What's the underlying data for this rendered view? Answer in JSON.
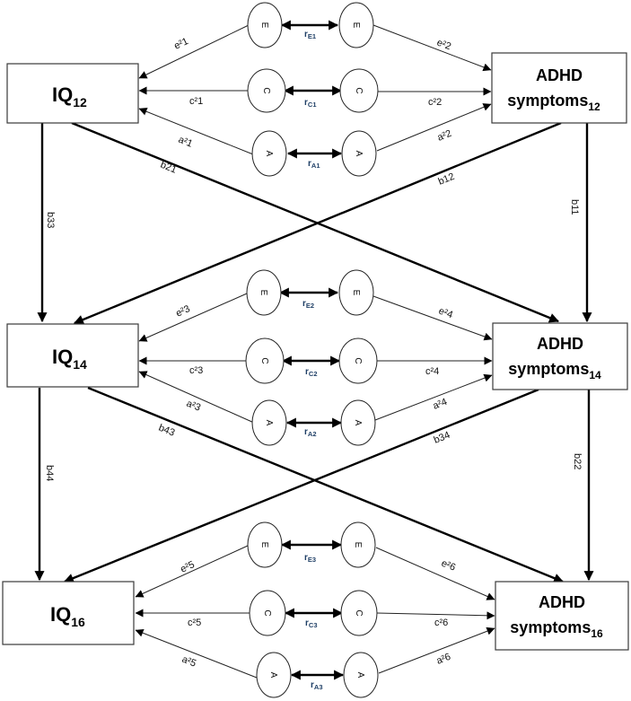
{
  "nodes": {
    "iq12": {
      "main": "IQ",
      "sub": "12"
    },
    "iq14": {
      "main": "IQ",
      "sub": "14"
    },
    "iq16": {
      "main": "IQ",
      "sub": "16"
    },
    "adhd12": {
      "line1": "ADHD",
      "main": "symptoms",
      "sub": "12"
    },
    "adhd14": {
      "line1": "ADHD",
      "main": "symptoms",
      "sub": "14"
    },
    "adhd16": {
      "line1": "ADHD",
      "main": "symptoms",
      "sub": "16"
    }
  },
  "latent": {
    "E": "E",
    "C": "C",
    "A": "A"
  },
  "paths": {
    "e1": "e²1",
    "c1": "c²1",
    "a1": "a²1",
    "e2": "e²2",
    "c2": "c²2",
    "a2": "a²2",
    "e3": "e²3",
    "c3": "c²3",
    "a3": "a²3",
    "e4": "e²4",
    "c4": "c²4",
    "a4": "a²4",
    "e5": "e²5",
    "c5": "c²5",
    "a5": "a²5",
    "e6": "e²6",
    "c6": "c²6",
    "a6": "a²6",
    "b11": "b11",
    "b12": "b12",
    "b21": "b21",
    "b22": "b22",
    "b33": "b33",
    "b34": "b34",
    "b43": "b43",
    "b44": "b44"
  },
  "correlations": {
    "rE1": {
      "r": "r",
      "sub": "E1"
    },
    "rC1": {
      "r": "r",
      "sub": "C1"
    },
    "rA1": {
      "r": "r",
      "sub": "A1"
    },
    "rE2": {
      "r": "r",
      "sub": "E2"
    },
    "rC2": {
      "r": "r",
      "sub": "C2"
    },
    "rA2": {
      "r": "r",
      "sub": "A2"
    },
    "rE3": {
      "r": "r",
      "sub": "E3"
    },
    "rC3": {
      "r": "r",
      "sub": "C3"
    },
    "rA3": {
      "r": "r",
      "sub": "A3"
    }
  }
}
